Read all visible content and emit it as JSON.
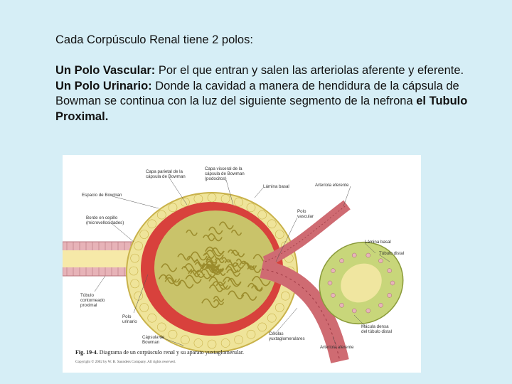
{
  "slide": {
    "intro": "Cada Corpúsculo Renal tiene 2 polos:",
    "vascular": {
      "term": "Un Polo Vascular:",
      "text": " Por el que entran y salen las arteriolas aferente y eferente."
    },
    "urinario": {
      "term": "Un Polo Urinario:",
      "text": " Donde la cavidad a manera de hendidura de la cápsula de Bowman se continua con la luz del siguiente segmento de la nefrona ",
      "emph": "el Tubulo Proximal."
    }
  },
  "figure": {
    "labels": {
      "capa_parietal": [
        "Capa parietal de la",
        "cápsula de Bowman"
      ],
      "capa_visceral": [
        "Capa visceral de la",
        "cápsula de Bowman",
        "(podocitos)"
      ],
      "lamina_basal_top": "Lámina basal",
      "espacio_bowman": "Espacio de Bowman",
      "arteriola_eferente": "Arteriola eferente",
      "borde_cepillo": [
        "Borde en cepillo",
        "(microvellosidades)"
      ],
      "polo_vascular": [
        "Polo",
        "vascular"
      ],
      "lamina_basal_right": "Lámina basal",
      "tubulo_distal": "Túbulo distal",
      "tubulo_contorneado": [
        "Túbulo",
        "contorneado",
        "proximal"
      ],
      "polo_urinario": [
        "Polo",
        "urinario"
      ],
      "capsula_bowman": [
        "Cápsula de",
        "Bowman"
      ],
      "celulas_yuxta": [
        "Células",
        "yuxtaglomerulares"
      ],
      "macula_densa": [
        "Mácula densa",
        "del túbulo distal"
      ],
      "arteriola_aferente": "Arteriola aferente"
    },
    "caption_num": "Fig. 19-4.",
    "caption_text": " Diagrama de un corpúsculo renal y su aparato yuxtaglomerular.",
    "copyright": "Copyright © 2002 by W. B. Saunders Company. All rights reserved.",
    "colors": {
      "capsule": "#efe49a",
      "capsule_edge": "#c9b24a",
      "bowman_space": "#d8413c",
      "glomerulus": "#c9c36a",
      "loops": "#b9a93c",
      "arteriole": "#cf6b72",
      "arteriole_dark": "#9e3a44",
      "tubule_green": "#c8d67a",
      "tubule_pink": "#e7b3b8"
    }
  }
}
